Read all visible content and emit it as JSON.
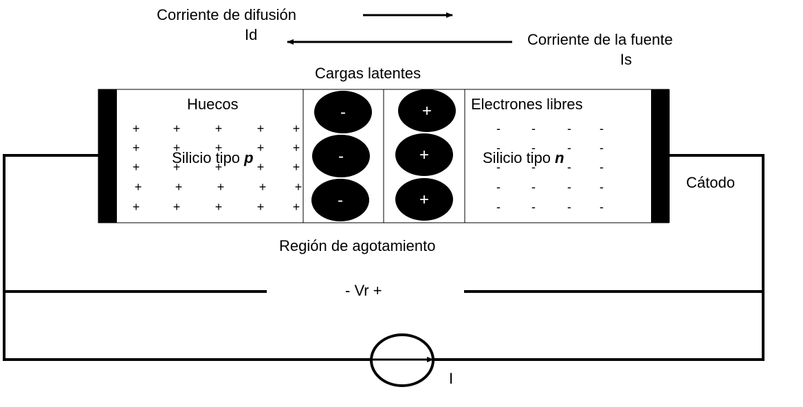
{
  "diffusion_current": {
    "label": "Corriente de difusión",
    "symbol": "Id"
  },
  "source_current": {
    "label": "Corriente de la fuente",
    "symbol": "Is"
  },
  "latent_charges": "Cargas latentes",
  "p_region": {
    "carriers": "Huecos",
    "label": "Silicio tipo",
    "type": "p",
    "sign": "+"
  },
  "n_region": {
    "carriers": "Electrones libres",
    "label": "Silicio tipo",
    "type": "n",
    "sign": "-"
  },
  "ions_left": [
    "-",
    "-",
    "-"
  ],
  "ions_right": [
    "+",
    "+",
    "+"
  ],
  "cathode": "Cátodo",
  "depletion_region": "Región de agotamiento",
  "voltage": "- Vr +",
  "current_source": "I",
  "colors": {
    "ink": "#000000",
    "background": "#ffffff",
    "ion_text": "#ffffff"
  }
}
